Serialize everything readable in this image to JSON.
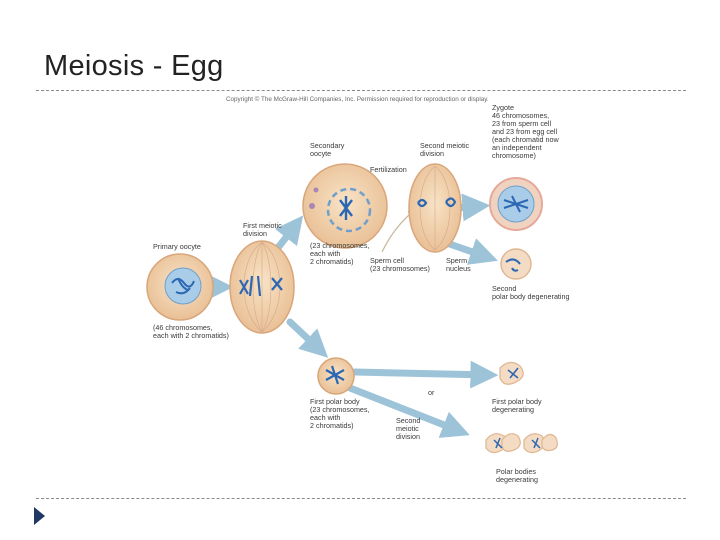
{
  "slide": {
    "title": "Meiosis - Egg"
  },
  "diagram": {
    "copyright": "Copyright © The McGraw-Hill Companies, Inc. Permission required for reproduction or display.",
    "labels": {
      "primary_oocyte": "Primary oocyte",
      "primary_chromosomes": [
        "(46 chromosomes,",
        "each with 2 chromatids)"
      ],
      "first_meiotic_division": [
        "First meiotic",
        "division"
      ],
      "secondary_oocyte": [
        "Secondary",
        "oocyte"
      ],
      "fertilization": "Fertilization",
      "second_meiotic_division_top": [
        "Second meiotic",
        "division"
      ],
      "secondary_chromosomes": [
        "(23 chromosomes,",
        "each with",
        "2 chromatids)"
      ],
      "sperm_cell": [
        "Sperm cell",
        "(23 chromosomes)"
      ],
      "sperm_nucleus": [
        "Sperm",
        "nucleus"
      ],
      "zygote": [
        "Zygote",
        "46 chromosomes,",
        "23 from sperm cell",
        "and 23 from egg cell",
        "(each chromatid now",
        "an independent",
        "chromosome)"
      ],
      "second_polar_body": [
        "Second",
        "polar body degenerating"
      ],
      "first_polar_body": [
        "First polar body",
        "(23 chromosomes,",
        "each with",
        "2 chromatids)"
      ],
      "second_meiotic_division_bottom": [
        "Second",
        "meiotic",
        "division"
      ],
      "or": "or",
      "first_polar_body_degenerating": [
        "First polar body",
        "degenerating"
      ],
      "polar_bodies_degenerating": [
        "Polar bodies",
        "degenerating"
      ]
    }
  },
  "colors": {
    "cell_fill": "#f1cfa6",
    "cell_edge": "#d9a67a",
    "nucleus": "#a9cde8",
    "chromosome": "#2b67b3",
    "arrow": "#9cc3d8",
    "bullet": "#1f3864"
  }
}
